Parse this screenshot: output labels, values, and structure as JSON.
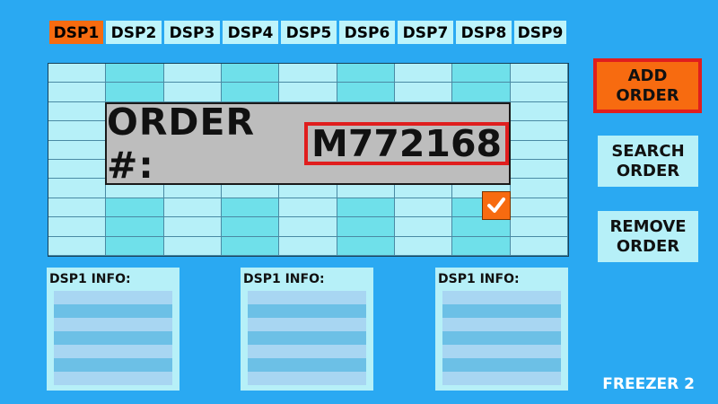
{
  "tabs": [
    "DSP1",
    "DSP2",
    "DSP3",
    "DSP4",
    "DSP5",
    "DSP6",
    "DSP7",
    "DSP8",
    "DSP9"
  ],
  "active_tab": "DSP1",
  "order": {
    "label": "ORDER #:",
    "number": "M772168",
    "selected": true
  },
  "buttons": {
    "add": [
      "ADD",
      "ORDER"
    ],
    "search": [
      "SEARCH",
      "ORDER"
    ],
    "remove": [
      "REMOVE",
      "ORDER"
    ]
  },
  "info_panels": [
    {
      "title": "DSP1 INFO:"
    },
    {
      "title": "DSP1 INFO:"
    },
    {
      "title": "DSP1 INFO:"
    }
  ],
  "footer": {
    "location": "FREEZER 2"
  },
  "colors": {
    "background": "#2aa9f2",
    "accent_orange": "#f76b10",
    "highlight_red": "#e01e1e",
    "cell_light": "#b6f0f8",
    "cell_dark": "#6fe0ea"
  }
}
